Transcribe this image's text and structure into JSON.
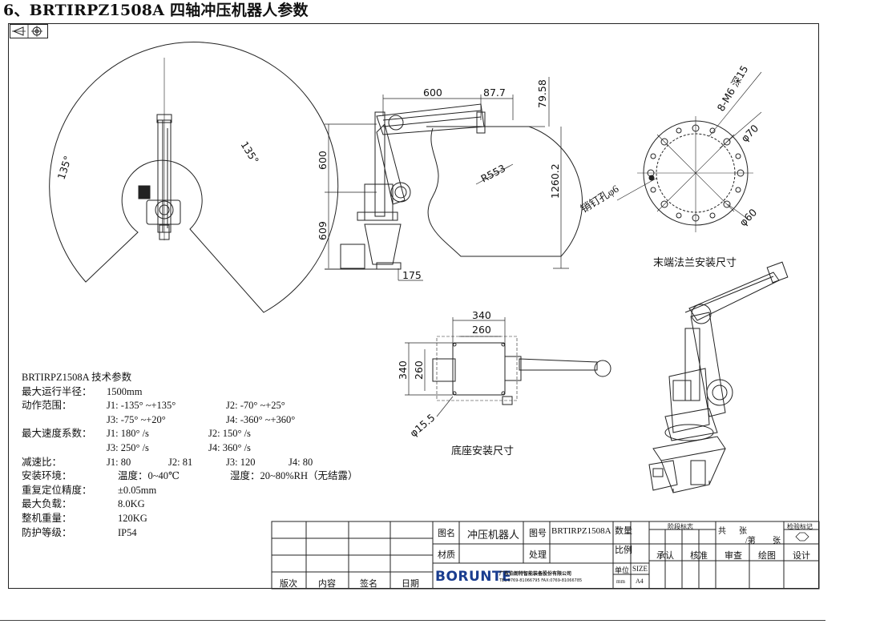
{
  "heading": "6、BRTIRPZ1508A 四轴冲压机器人参数",
  "top_view": {
    "angle_left": "135°",
    "angle_right": "135°"
  },
  "side_view": {
    "dim_600_h": "600",
    "dim_87_7": "87.7",
    "dim_79_58": "79.58",
    "dim_600_v": "600",
    "dim_609": "609",
    "dim_175": "175",
    "dim_r553": "R553",
    "dim_1260_2": "1260.2"
  },
  "flange": {
    "m6": "8-M6 深15",
    "d70": "φ70",
    "pin": "销钉孔φ6",
    "d60": "φ60",
    "caption": "末端法兰安装尺寸"
  },
  "base": {
    "w340": "340",
    "w260": "260",
    "h340": "340",
    "h260": "260",
    "hole": "φ15.5",
    "caption": "底座安装尺寸"
  },
  "specs": {
    "title": "BRTIRPZ1508A 技术参数",
    "rows": [
      [
        "最大运行半径：",
        "1500mm",
        "",
        "",
        ""
      ],
      [
        "动作范围：",
        "J1: -135° ~+135°",
        "J2: -70° ~+25°",
        "",
        ""
      ],
      [
        "",
        "J3: -75° ~+20°",
        "J4: -360° ~+360°",
        "",
        ""
      ],
      [
        "最大速度系数：",
        "J1: 180° /s",
        "J2: 150° /s",
        "",
        ""
      ],
      [
        "",
        "J3: 250° /s",
        "J4: 360° /s",
        "",
        ""
      ],
      [
        "减速比：",
        "J1: 80",
        "J2: 81",
        "J3: 120",
        "J4: 80"
      ],
      [
        "安装环境：",
        "温度：0~40℃",
        "湿度：20~80%RH（无结露）",
        "",
        ""
      ],
      [
        "重复定位精度：",
        "±0.05mm",
        "",
        "",
        ""
      ],
      [
        "最大负载：",
        "8.0KG",
        "",
        "",
        ""
      ],
      [
        "整机重量：",
        "120KG",
        "",
        "",
        ""
      ],
      [
        "防护等级：",
        "IP54",
        "",
        "",
        ""
      ]
    ]
  },
  "title_block": {
    "rev_version": "版次",
    "rev_content": "内容",
    "rev_sign": "签名",
    "rev_date": "日期",
    "name_label": "图名",
    "name_value": "冲压机器人",
    "drawing_no_label": "图号",
    "drawing_no_value": "BRTIRPZ1508A",
    "qty_label": "数量",
    "material_label": "材质",
    "process_label": "处理",
    "scale_label": "比例",
    "stage_mark": "阶段标志",
    "total_label": "共",
    "sheet_unit": "张",
    "sheet_no": "/第",
    "sheet_unit2": "张",
    "inspect_mark": "检验标记",
    "approve": "承认",
    "verify": "核准",
    "review": "审查",
    "draw": "绘图",
    "design": "设计",
    "unit_label": "单位",
    "unit_value": "mm",
    "size_label": "SIZE",
    "size_value": "A4",
    "logo": "BORUNTE",
    "company": "广东伯朗特智能装备股份有限公司",
    "contact": "TEL:0769-81066795   FAX:0769-81066785"
  }
}
